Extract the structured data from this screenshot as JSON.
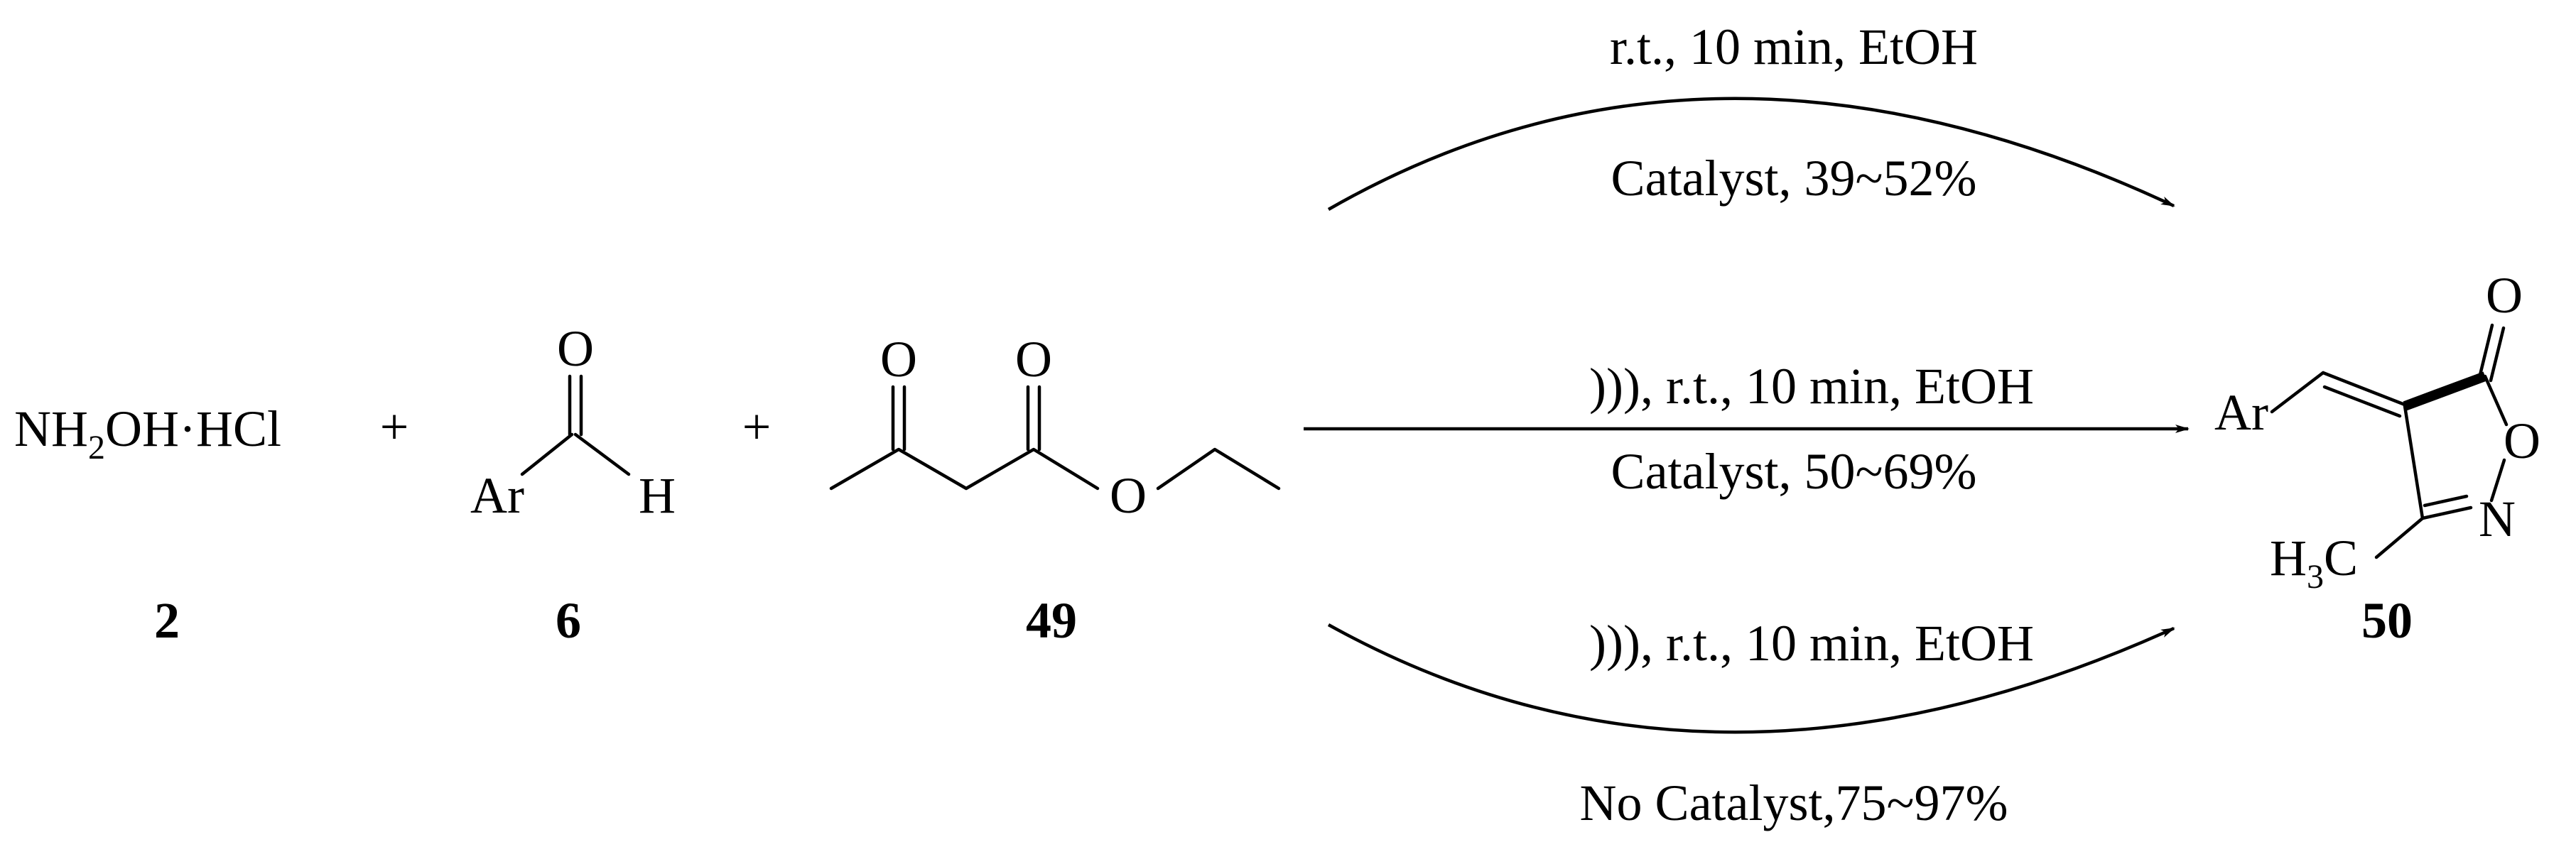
{
  "reagents": {
    "hydroxylamine": {
      "text_a": "NH",
      "sub": "2",
      "text_b": "OH·HCl",
      "label": "2"
    },
    "aldehyde": {
      "ar": "Ar",
      "o": "O",
      "h": "H",
      "label": "6"
    },
    "ketoester": {
      "o_keto": "O",
      "o_carbonyl": "O",
      "o_ether": "O",
      "label": "49"
    },
    "plus": "+"
  },
  "conditions": {
    "top": {
      "above": "r.t., 10 min, EtOH",
      "below": "Catalyst, 39~52%"
    },
    "middle": {
      "above": "))), r.t., 10 min, EtOH",
      "below": "Catalyst, 50~69%"
    },
    "bottom": {
      "above": "))), r.t., 10 min, EtOH",
      "below": "No Catalyst,75~97%"
    }
  },
  "product": {
    "ar": "Ar",
    "o_carbonyl": "O",
    "o_ring": "O",
    "n_ring": "N",
    "methyl_h": "H",
    "methyl_sub": "3",
    "methyl_c": "C",
    "label": "50"
  }
}
